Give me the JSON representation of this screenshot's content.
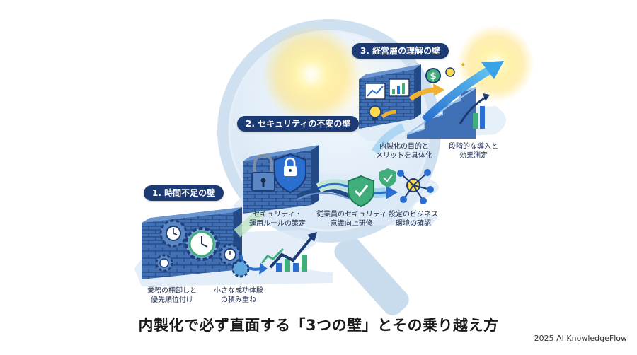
{
  "walls": [
    {
      "label": "1. 時間不足の壁"
    },
    {
      "label": "2. セキュリティの不安の壁"
    },
    {
      "label": "3. 経営層の理解の壁"
    }
  ],
  "steps": {
    "wall1_a": [
      "業務の棚卸しと",
      "優先順位付け"
    ],
    "wall1_b": [
      "小さな成功体験",
      "の積み重ね"
    ],
    "wall2_a": [
      "セキュリティ・",
      "運用ルールの策定"
    ],
    "wall2_b": [
      "従業員のセキュリティ",
      "意識向上研修"
    ],
    "wall2_c": [
      "設定のビジネス",
      "環境の確認"
    ],
    "wall3_a": [
      "内製化の目的と",
      "メリットを具体化"
    ],
    "wall3_b": [
      "段階的な導入と",
      "効果測定"
    ]
  },
  "title": "内製化で必ず直面する「3つの壁」とその乗り越え方",
  "credit": "2025 AI KnowledgeFlow",
  "colors": {
    "navy": "#1c3a73",
    "brick": "#3f6fb5",
    "brickDark": "#2c5595",
    "accent_green": "#3fae7a",
    "sun": "#ffd94d"
  },
  "icons": [
    "magnifier-icon",
    "clock-icon",
    "gear-icon",
    "padlock-icon",
    "shield-icon",
    "check-shield-icon",
    "network-icon",
    "dollar-icon",
    "lightbulb-icon",
    "chart-icon",
    "arrow-icon",
    "sun-icon"
  ]
}
